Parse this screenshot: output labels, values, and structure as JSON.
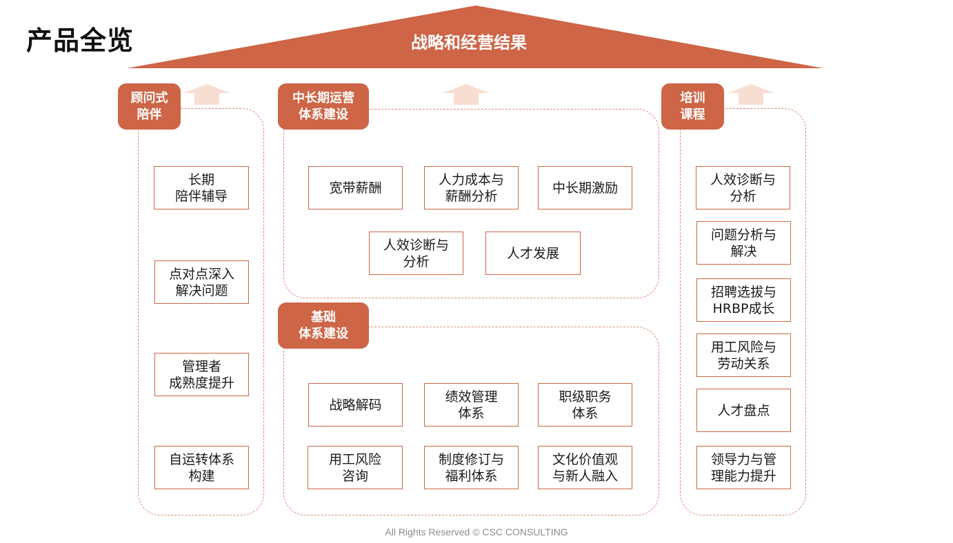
{
  "page_title": "产品全览",
  "roof": {
    "label": "战略和经营结果"
  },
  "colors": {
    "accent": "#cd6546",
    "dashed_border": "#d98a73",
    "arrow": "#f7ddd2"
  },
  "sections": {
    "advisory": {
      "tag": "顾问式\n陪伴",
      "items": [
        "长期\n陪伴辅导",
        "点对点深入\n解决问题",
        "管理者\n成熟度提升",
        "自运转体系\n构建"
      ]
    },
    "mid_long_term": {
      "tag": "中长期运营\n体系建设",
      "items": [
        "宽带薪酬",
        "人力成本与\n薪酬分析",
        "中长期激励",
        "人效诊断与\n分析",
        "人才发展"
      ]
    },
    "foundation": {
      "tag": "基础\n体系建设",
      "items": [
        "战略解码",
        "绩效管理\n体系",
        "职级职务\n体系",
        "用工风险\n咨询",
        "制度修订与\n福利体系",
        "文化价值观\n与新人融入"
      ]
    },
    "training": {
      "tag": "培训\n课程",
      "items": [
        "人效诊断与\n分析",
        "问题分析与\n解决",
        "招聘选拔与\nHRBP成长",
        "用工风险与\n劳动关系",
        "人才盘点",
        "领导力与管\n理能力提升"
      ]
    }
  },
  "footer": "All Rights Reserved © CSC CONSULTING"
}
